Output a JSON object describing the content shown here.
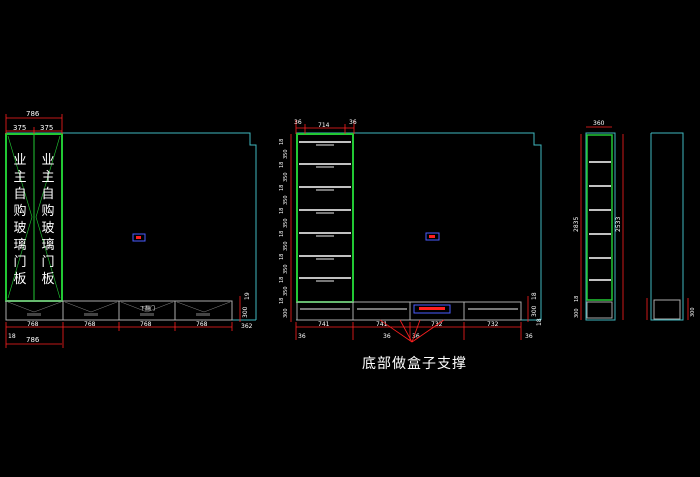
{
  "notes": {
    "left_panel_text": "业主自购玻璃门板",
    "bottom_caption": "底部做盒子支撑",
    "drawer_tag": "下翻门"
  },
  "dimensions": {
    "left": {
      "top_total": "786",
      "top_split": [
        "375",
        "375"
      ],
      "bottom_split": [
        "768",
        "768",
        "768",
        "768"
      ],
      "bottom_total": "786",
      "bottom_small": "18",
      "right_side": [
        "19",
        "300",
        "362"
      ]
    },
    "middle": {
      "top": [
        "36",
        "714",
        "36"
      ],
      "left_side": [
        "18",
        "350",
        "18",
        "350",
        "18",
        "350",
        "18",
        "350",
        "18",
        "350",
        "18",
        "350",
        "18",
        "350",
        "18",
        "300"
      ],
      "bottom": [
        "741",
        "741",
        "732",
        "732"
      ],
      "bottom_small": [
        "36",
        "36",
        "36",
        "36"
      ],
      "right_side": [
        "18",
        "300",
        "18"
      ]
    },
    "side": {
      "top": "360",
      "left_side": [
        "2835"
      ],
      "right_side": [
        "2533"
      ],
      "bottom_left": [
        "18",
        "300"
      ],
      "bottom_right": [
        "300"
      ]
    }
  },
  "colors": {
    "outline": "#3fb9c0",
    "cabinet": "#22c834",
    "dimension": "#ff2020",
    "shelf": "#ffffff",
    "label_box": "#4a5cff"
  }
}
